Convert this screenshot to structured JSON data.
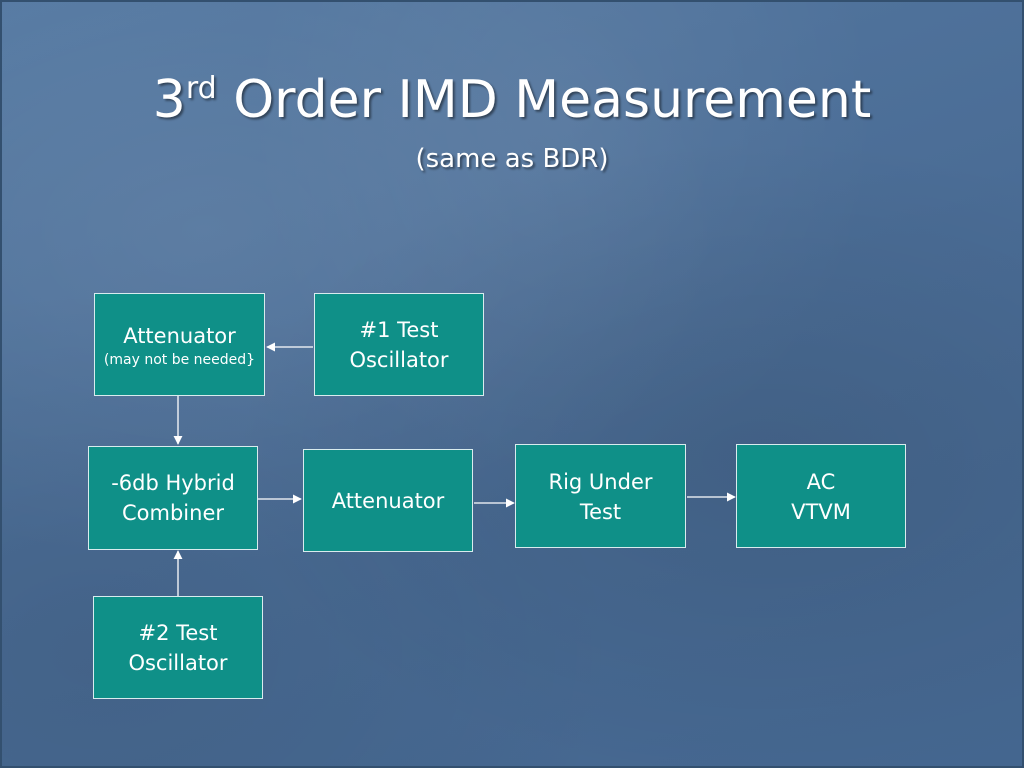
{
  "slide": {
    "title_main": "3",
    "title_sup": "rd",
    "title_rest": " Order IMD Measurement",
    "subtitle": "(same as BDR)"
  },
  "diagram": {
    "nodes": {
      "attenuator_1": {
        "line1": "Attenuator",
        "note": "(may not  be needed}"
      },
      "test_osc_1": {
        "line1": "#1 Test",
        "line2": "Oscillator"
      },
      "hybrid_combiner": {
        "line1": "-6db Hybrid",
        "line2": "Combiner"
      },
      "attenuator_2": {
        "line1": "Attenuator"
      },
      "rig_under_test": {
        "line1": "Rig Under",
        "line2": "Test"
      },
      "ac_vtvm": {
        "line1": "AC",
        "line2": "VTVM"
      },
      "test_osc_2": {
        "line1": "#2 Test",
        "line2": "Oscillator"
      }
    },
    "edges": [
      {
        "from": "test_osc_1",
        "to": "attenuator_1"
      },
      {
        "from": "attenuator_1",
        "to": "hybrid_combiner"
      },
      {
        "from": "test_osc_2",
        "to": "hybrid_combiner"
      },
      {
        "from": "hybrid_combiner",
        "to": "attenuator_2"
      },
      {
        "from": "attenuator_2",
        "to": "rig_under_test"
      },
      {
        "from": "rig_under_test",
        "to": "ac_vtvm"
      }
    ]
  },
  "colors": {
    "box_fill": "#0f9088",
    "box_border": "#d9ecee",
    "arrow": "#ffffff"
  }
}
